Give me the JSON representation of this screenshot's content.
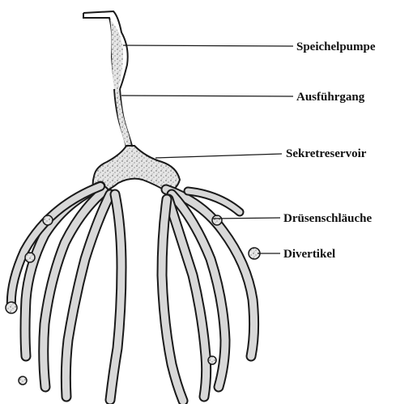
{
  "labels": {
    "speichelpumpe": "Speichelpumpe",
    "ausfuhrgang": "Ausführgang",
    "sekretreservoir": "Sekretreservoir",
    "drusenschlauche": "Drüsenschläuche",
    "divertikel": "Divertikel"
  }
}
